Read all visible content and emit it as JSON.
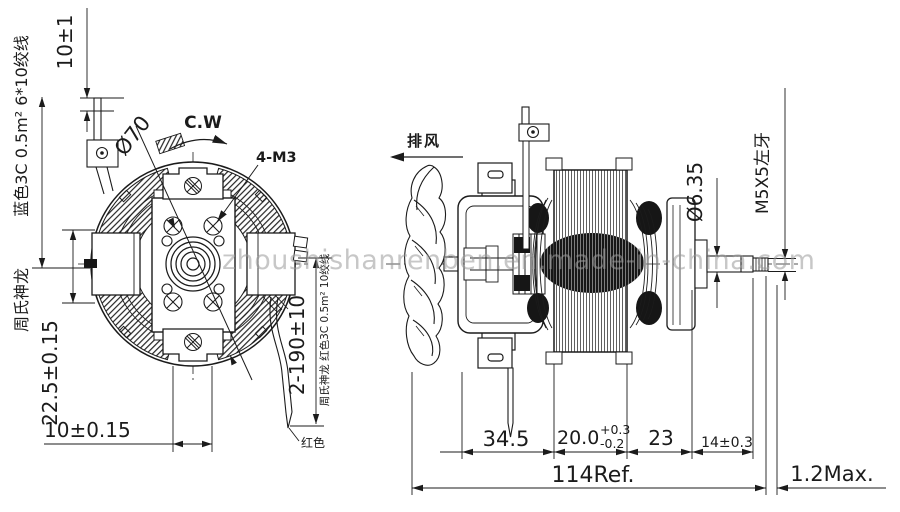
{
  "watermark": {
    "text": "zhoushishanrenben.en.made-in-china.com"
  },
  "colors": {
    "line": "#1b1b1b",
    "background": "#ffffff",
    "watermark": "#9b9b9b",
    "fill_dark": "#161616"
  },
  "front_view": {
    "labels": {
      "stator_diameter": "Ø70",
      "rotation": "C.W",
      "mount_screws": "4-M3",
      "terminal_height": "10±1",
      "blue_lead_spec": "蓝色3C 0.5m² 6*10绞线",
      "brand": "周氏神龙",
      "shaft_center_height": "22.5±0.15",
      "screw_offset": "10±0.15",
      "lead_length": "2-190±10",
      "red_lead_spec": "周氏神龙 红色3C 0.5m² 10绞线",
      "red_lead_color": "红色"
    }
  },
  "side_view": {
    "labels": {
      "airflow": "排风",
      "shaft_diameter": "Ø6.35",
      "shaft_thread": "M5X5左牙"
    },
    "dimensions": {
      "housing_to_stack": "34.5",
      "stack_length": "20.0",
      "stack_tol_plus": "+0.3",
      "stack_tol_minus": "-0.2",
      "stack_to_bearing": "23",
      "shaft_extension": "14±0.3",
      "overall_length": "114Ref.",
      "end_play": "1.2Max."
    }
  }
}
